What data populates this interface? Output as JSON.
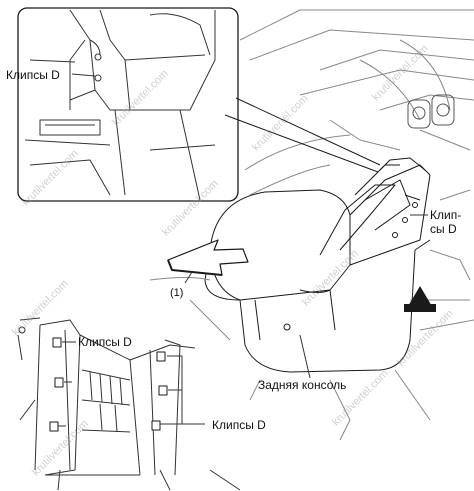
{
  "labels": {
    "clips_inset": "Клипсы D",
    "clips_right_line1": "Клип-",
    "clips_right_line2": "сы D",
    "clips_lower_left": "Клипсы D",
    "clips_lower_right": "Клипсы D",
    "arrow_number": "(1)",
    "rear_console": "Задняя консоль"
  },
  "watermark": "krutilvertel.com",
  "colors": {
    "line": "#1a1a1a",
    "light_line": "#777777",
    "arrow_fill": "#ffffff"
  }
}
